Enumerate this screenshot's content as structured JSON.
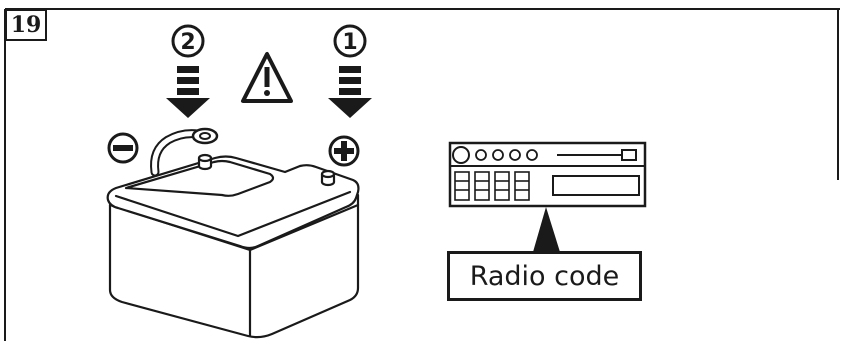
{
  "step_number": "19",
  "order_first": "1",
  "order_second": "2",
  "radio_label": "Radio code",
  "colors": {
    "ink": "#1a1a1a",
    "background": "#ffffff"
  },
  "icons": [
    "warning-triangle-icon",
    "minus-icon",
    "plus-icon",
    "down-arrow-icon"
  ]
}
